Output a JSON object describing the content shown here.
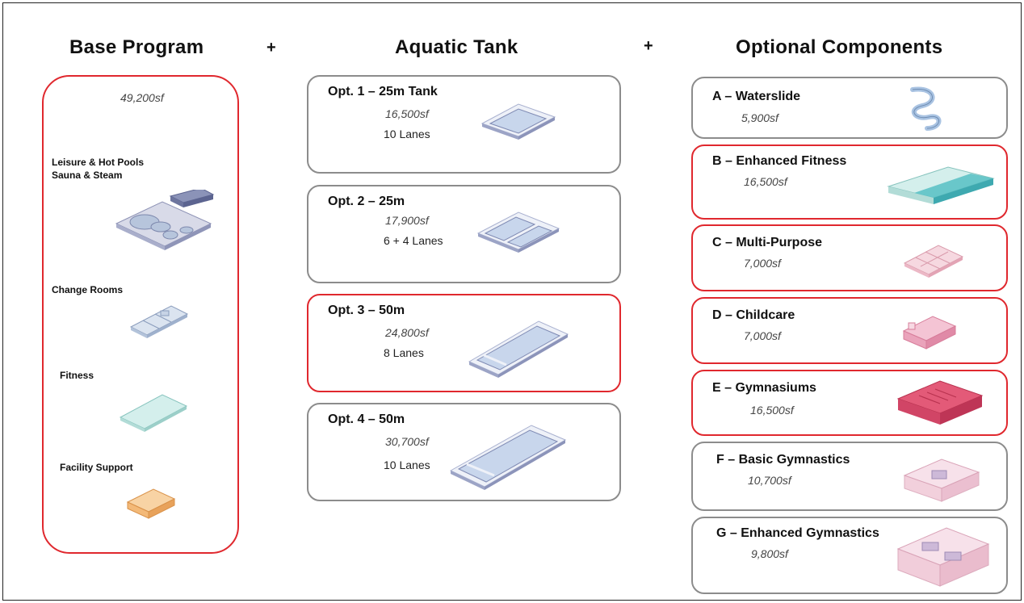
{
  "headings": {
    "base": "Base Program",
    "tank": "Aquatic Tank",
    "optional": "Optional Components",
    "plus": "+"
  },
  "base": {
    "area": "49,200sf",
    "items": [
      {
        "label": "Leisure & Hot Pools\nSauna & Steam",
        "icon": "leisure-pool-icon"
      },
      {
        "label": "Change Rooms",
        "icon": "change-rooms-icon"
      },
      {
        "label": "Fitness",
        "icon": "fitness-icon"
      },
      {
        "label": "Facility Support",
        "icon": "facility-support-icon"
      }
    ]
  },
  "tanks": [
    {
      "title": "Opt. 1 – 25m Tank",
      "area": "16,500sf",
      "lanes": "10 Lanes",
      "selected": false,
      "icon": "tank-25m-icon"
    },
    {
      "title": "Opt. 2 – 25m",
      "area": "17,900sf",
      "lanes": "6 + 4 Lanes",
      "selected": false,
      "icon": "tank-25m-split-icon"
    },
    {
      "title": "Opt. 3 – 50m",
      "area": "24,800sf",
      "lanes": "8 Lanes",
      "selected": true,
      "icon": "tank-50m-icon"
    },
    {
      "title": "Opt. 4 – 50m",
      "area": "30,700sf",
      "lanes": "10 Lanes",
      "selected": false,
      "icon": "tank-50m-large-icon"
    }
  ],
  "optional": [
    {
      "title": "A – Waterslide",
      "area": "5,900sf",
      "selected": false,
      "icon": "waterslide-icon"
    },
    {
      "title": "B – Enhanced Fitness",
      "area": "16,500sf",
      "selected": true,
      "icon": "enhanced-fitness-icon"
    },
    {
      "title": "C – Multi-Purpose",
      "area": "7,000sf",
      "selected": true,
      "icon": "multi-purpose-icon"
    },
    {
      "title": "D – Childcare",
      "area": "7,000sf",
      "selected": true,
      "icon": "childcare-icon"
    },
    {
      "title": "E – Gymnasiums",
      "area": "16,500sf",
      "selected": true,
      "icon": "gymnasiums-icon"
    },
    {
      "title": "F – Basic Gymnastics",
      "area": "10,700sf",
      "selected": false,
      "icon": "basic-gymnastics-icon"
    },
    {
      "title": "G – Enhanced Gymnastics",
      "area": "9,800sf",
      "selected": false,
      "icon": "enhanced-gymnastics-icon"
    }
  ],
  "colors": {
    "selected_border": "#e0282e",
    "unselected_border": "#8c8c8c",
    "pool": "#c9d9ea",
    "fitness": "#bde4e0",
    "support": "#f3b978",
    "gym": "#e35a78",
    "gym_light": "#f0c8d6"
  }
}
